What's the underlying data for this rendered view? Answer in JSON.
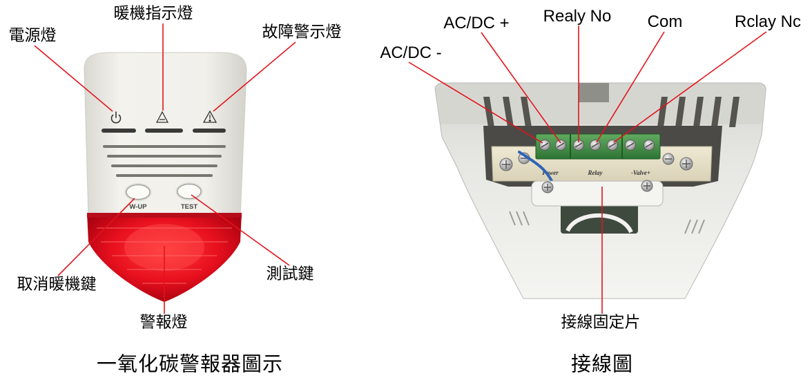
{
  "alarm_panel": {
    "caption": "一氧化碳警報器圖示",
    "labels": {
      "power_led": "電源燈",
      "warmup_led": "暖機指示燈",
      "fault_led": "故障警示燈",
      "cancel_warmup_key": "取消暖機鍵",
      "alarm_light": "警報燈",
      "test_key": "測試鍵"
    },
    "buttons": {
      "warmup": "W-UP",
      "test": "TEST"
    }
  },
  "wiring_panel": {
    "caption": "接線圖",
    "labels": {
      "ac_dc_minus": "AC/DC -",
      "ac_dc_plus": "AC/DC +",
      "relay_no": "Realy No",
      "com": "Com",
      "relay_nc": "Rclay Nc",
      "fixing_plate": "接線固定片"
    },
    "board_labels": {
      "power": "Power",
      "relay": "Relay",
      "valve": "-Valve+"
    }
  },
  "icons": {
    "power_led": "power-icon",
    "warmup_led": "warmup-triangle-icon",
    "fault_led": "warning-triangle-icon",
    "terminal_screw": "screw-icon"
  },
  "colors": {
    "leader_line": "#e3131b",
    "alarm_lens": "#e8101e",
    "alarm_body": "#f1f0eb",
    "terminal_block": "#3f8f45",
    "wire": "#2f63b8"
  }
}
